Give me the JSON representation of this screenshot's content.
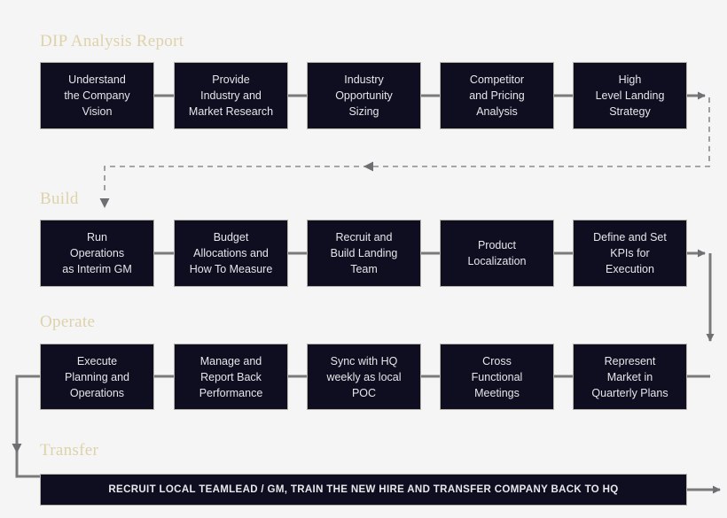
{
  "diagram": {
    "title_color": "#ded2ab",
    "node_fill": "#0e0e20",
    "node_border": "#b6b2a6",
    "connector_color": "#7a7a7a",
    "background": "#f5f5f5",
    "sections": [
      {
        "key": "dip",
        "title": "DIP Analysis Report",
        "nodes": [
          {
            "label": "Understand\nthe Company\nVision"
          },
          {
            "label": "Provide\nIndustry and\nMarket Research"
          },
          {
            "label": "Industry\nOpportunity\nSizing"
          },
          {
            "label": "Competitor\nand Pricing\nAnalysis"
          },
          {
            "label": "High\nLevel Landing\nStrategy"
          }
        ]
      },
      {
        "key": "build",
        "title": "Build",
        "nodes": [
          {
            "label": "Run\nOperations\nas Interim GM"
          },
          {
            "label": "Budget\nAllocations and\nHow To Measure"
          },
          {
            "label": "Recruit and\nBuild Landing\nTeam"
          },
          {
            "label": "Product\nLocalization"
          },
          {
            "label": "Define and Set\nKPIs for\nExecution"
          }
        ]
      },
      {
        "key": "operate",
        "title": "Operate",
        "nodes": [
          {
            "label": "Execute\nPlanning and\nOperations"
          },
          {
            "label": "Manage and\nReport Back\nPerformance"
          },
          {
            "label": "Sync with HQ\nweekly as local\nPOC"
          },
          {
            "label": "Cross\nFunctional\nMeetings"
          },
          {
            "label": "Represent\nMarket in\nQuarterly Plans"
          }
        ]
      },
      {
        "key": "transfer",
        "title": "Transfer",
        "bar_label": "RECRUIT LOCAL TEAMLEAD / GM, TRAIN THE NEW HIRE AND TRANSFER COMPANY BACK TO HQ"
      }
    ]
  }
}
